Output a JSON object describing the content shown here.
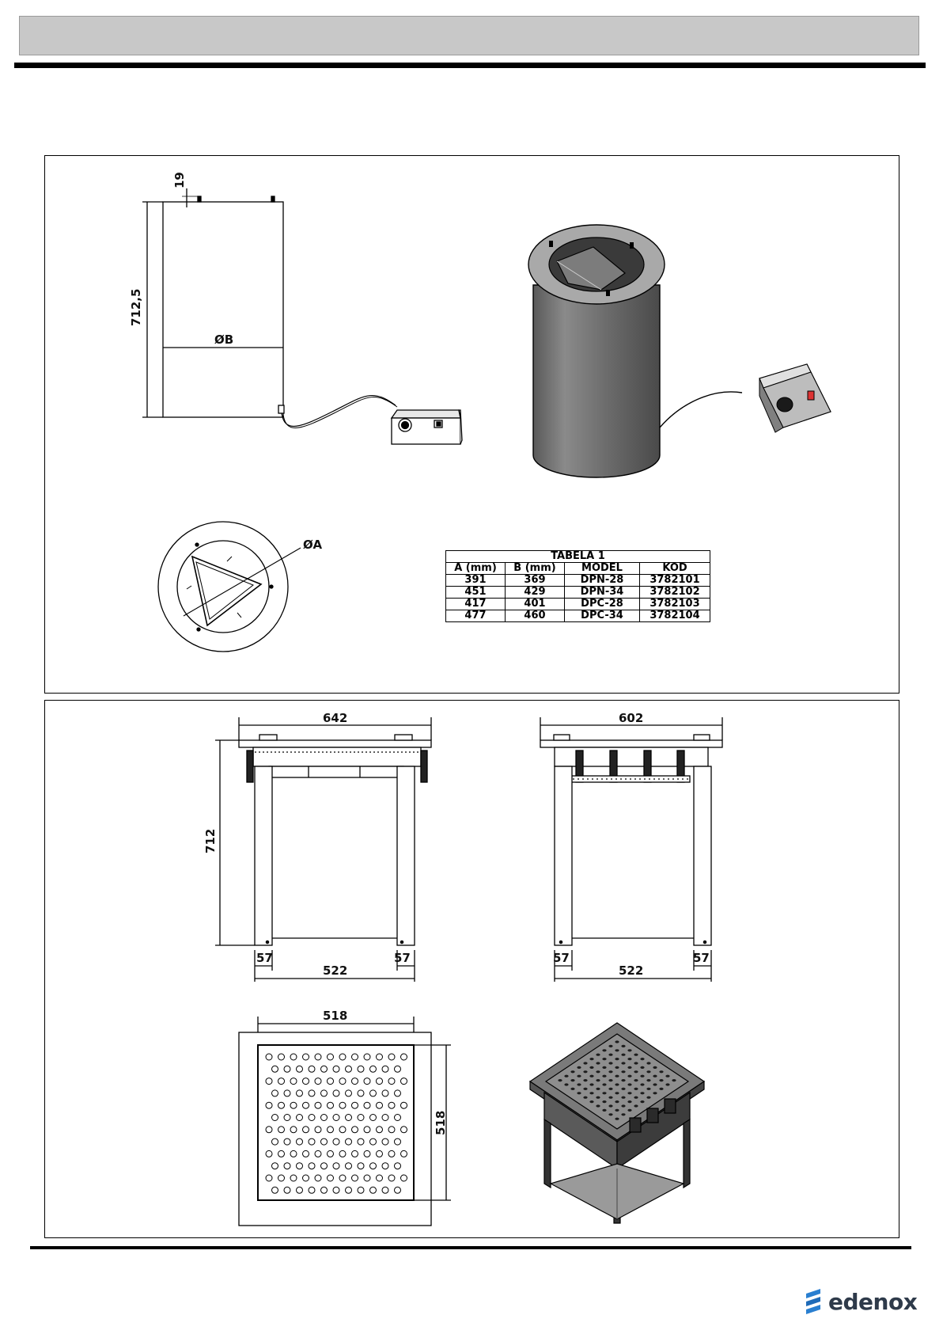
{
  "drawing1": {
    "dim_top": "19",
    "dim_height": "712,5",
    "dim_diameter_b": "ØB",
    "dim_diameter_a": "ØA"
  },
  "table1": {
    "title": "TABELA 1",
    "headers": [
      "A (mm)",
      "B (mm)",
      "MODEL",
      "KOD"
    ],
    "rows": [
      [
        "391",
        "369",
        "DPN-28",
        "3782101"
      ],
      [
        "451",
        "429",
        "DPN-34",
        "3782102"
      ],
      [
        "417",
        "401",
        "DPC-28",
        "3782103"
      ],
      [
        "477",
        "460",
        "DPC-34",
        "3782104"
      ]
    ]
  },
  "drawing2": {
    "front_width": "642",
    "side_width": "602",
    "height": "712",
    "leg_offset_left": "57",
    "leg_offset_right": "57",
    "inner_width_front": "522",
    "inner_width_side": "522",
    "top_width": "518",
    "top_depth": "518"
  },
  "footer": {
    "logo_text": "edenox"
  },
  "colors": {
    "header_bar": "#c8c8c8",
    "cylinder_body": "#6e6e6e",
    "logo_blue": "#2a7fd0"
  }
}
